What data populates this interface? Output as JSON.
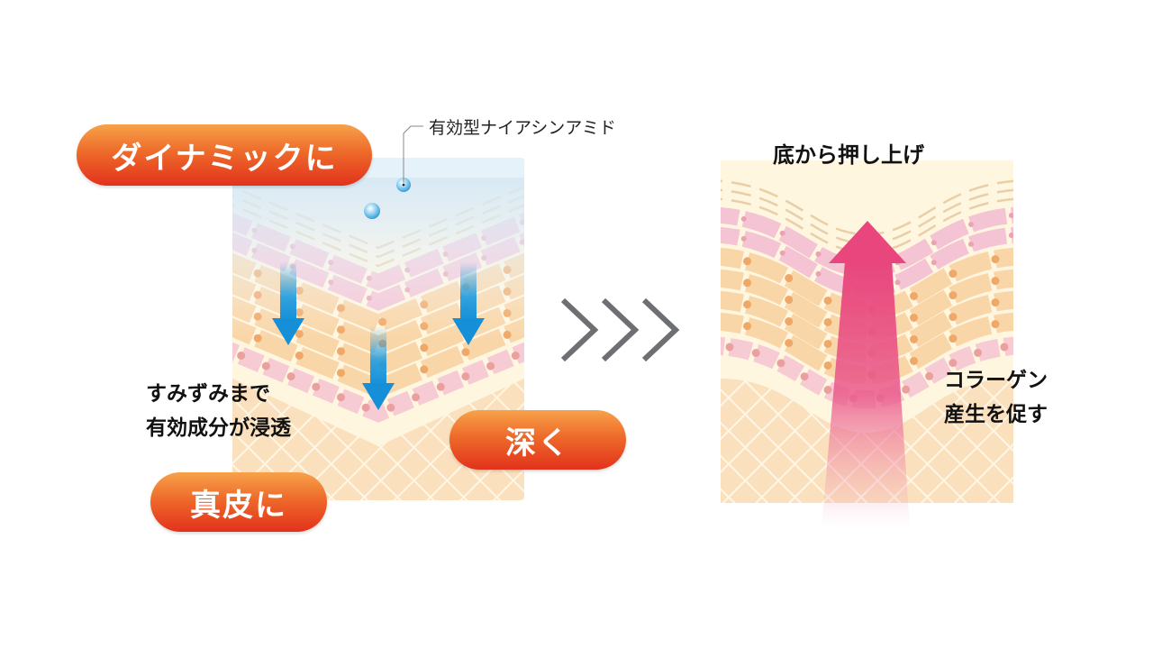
{
  "left": {
    "badge_top": "ダイナミックに",
    "badge_deep": "深く",
    "badge_dermis": "真皮に",
    "ingredient_callout": "有効型ナイアシンアミド",
    "caption_line1": "すみずみまで",
    "caption_line2": "有効成分が浸透"
  },
  "right": {
    "title": "底から押し上げ",
    "caption_line1": "コラーゲン",
    "caption_line2": "産生を促す"
  },
  "colors": {
    "badge_orange": "#ee6a2a",
    "penetration_arrow": "#1e9be0",
    "lift_arrow": "#e8467c",
    "chevron": "#6d6f73"
  }
}
